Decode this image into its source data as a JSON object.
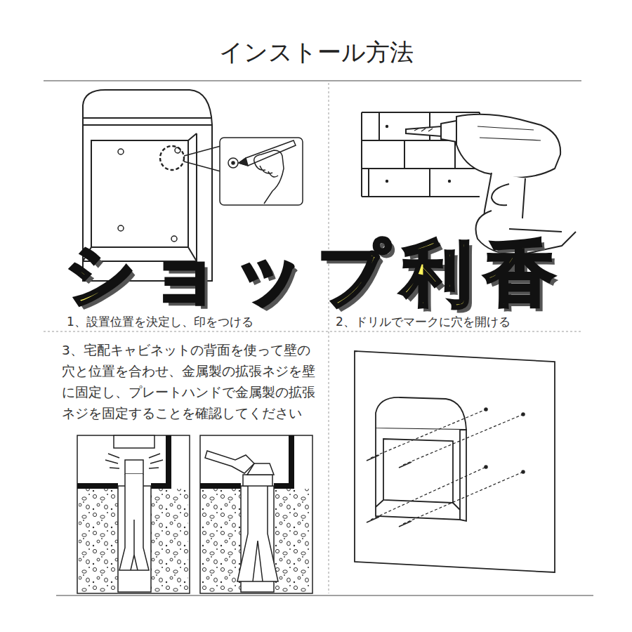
{
  "diagram": {
    "title": "インストール方法",
    "labels": [
      "1、設置位置を決定し、印をつける",
      "2、ドリルでマークに穴を開ける",
      "3、宅配キャビネットの背面を使って壁の穴と位置を合わせ、金属製の拡張ネジを壁に固定し、プレートハンドで金属製の拡張ネジを固定することを確認してください",
      "ショップ利香"
    ]
  }
}
